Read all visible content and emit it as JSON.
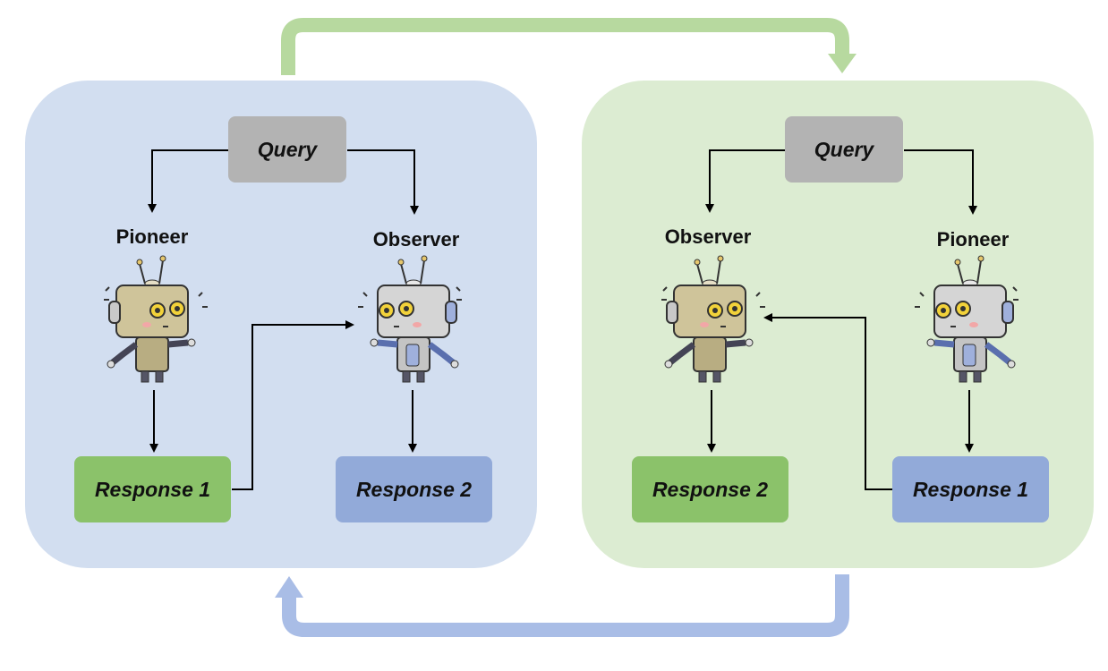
{
  "colors": {
    "panel_left": "#d2def0",
    "panel_right": "#dcecd2",
    "query_box": "#b3b3b3",
    "response_green": "#8bc26a",
    "response_blue": "#92aad9",
    "loop_arrow_green": "#b7d99f",
    "loop_arrow_blue": "#a9bde6"
  },
  "left_panel": {
    "query": "Query",
    "agent_left_label": "Pioneer",
    "agent_right_label": "Observer",
    "response_left": "Response 1",
    "response_right": "Response 2"
  },
  "right_panel": {
    "query": "Query",
    "agent_left_label": "Observer",
    "agent_right_label": "Pioneer",
    "response_left": "Response 2",
    "response_right": "Response 1"
  },
  "icons": {
    "pioneer": "robot-icon-tan",
    "observer": "robot-icon-gray"
  }
}
